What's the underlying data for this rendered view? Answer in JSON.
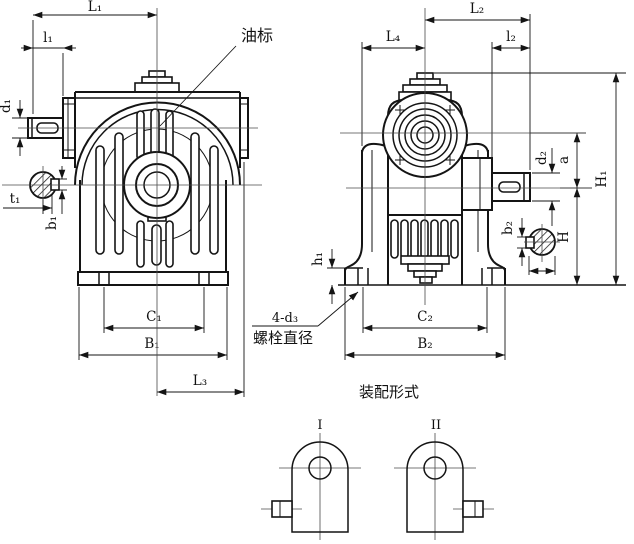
{
  "page": {
    "background": "#ffffff",
    "line_color": "#141414",
    "centerline_color": "#4a4a4a"
  },
  "front_view": {
    "dim_labels": {
      "L1": "L₁",
      "l1": "l₁",
      "d1": "d₁",
      "t1": "t₁",
      "b1": "b₁",
      "C1": "C₁",
      "B1": "B₁",
      "L3": "L₃"
    },
    "oil_gauge_callout": "油标"
  },
  "side_view": {
    "dim_labels": {
      "L2": "L₂",
      "L4": "L₄",
      "l2": "l₂",
      "d2": "d₂",
      "a": "a",
      "H": "H",
      "H1": "H₁",
      "h1": "h₁",
      "b2": "b₂",
      "C2": "C₂",
      "B2": "B₂"
    },
    "bolt_callout_line1": "4-d₃",
    "bolt_callout_line2": "螺栓直径"
  },
  "assembly_section": {
    "title": "装配形式",
    "views": [
      {
        "label": "I"
      },
      {
        "label": "II"
      }
    ]
  }
}
